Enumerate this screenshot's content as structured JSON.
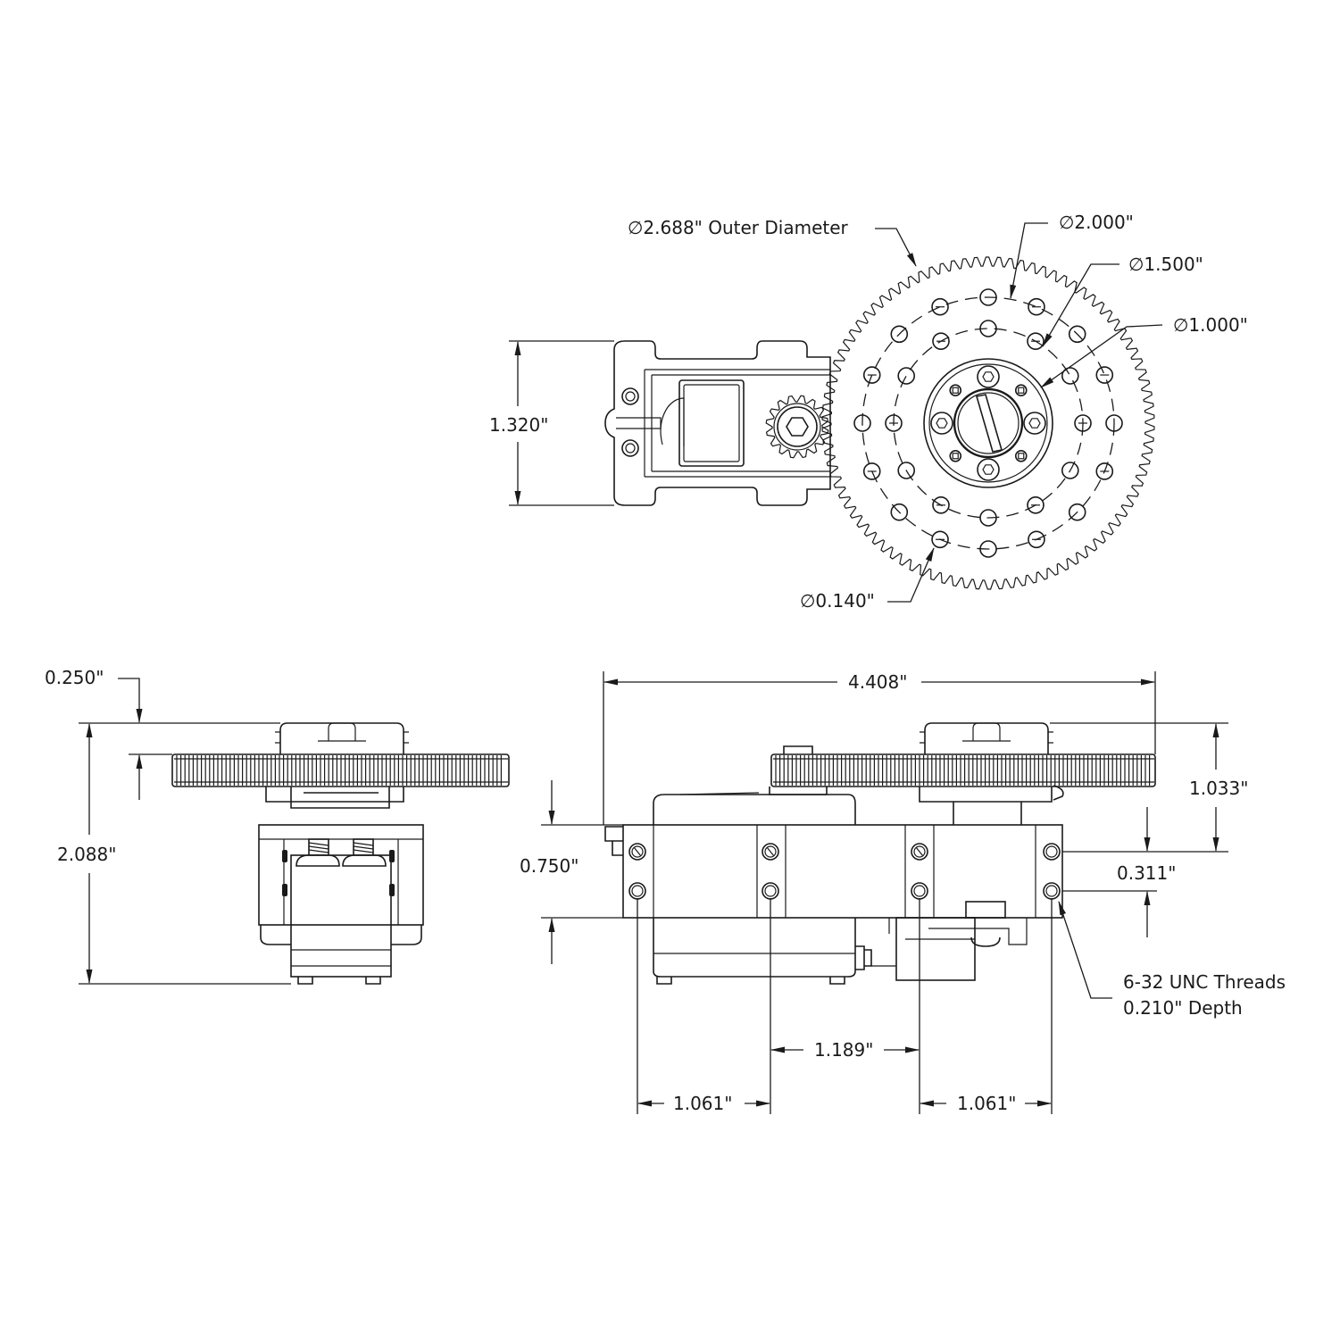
{
  "drawing": {
    "background": "#ffffff",
    "ink": "#1a1a1a",
    "labels": {
      "outer_diameter": "∅2.688\" Outer Diameter",
      "dia_2000": "∅2.000\"",
      "dia_1500": "∅1.500\"",
      "dia_1000": "∅1.000\"",
      "dia_0140": "∅0.140\"",
      "height_1320": "1.320\"",
      "dim_0250": "0.250\"",
      "dim_2088": "2.088\"",
      "dim_4408": "4.408\"",
      "dim_1033": "1.033\"",
      "dim_0750": "0.750\"",
      "dim_0311": "0.311\"",
      "dim_1189": "1.189\"",
      "dim_1061_left": "1.061\"",
      "dim_1061_right": "1.061\"",
      "thread_line1": "6-32 UNC Threads",
      "thread_line2": "0.210\" Depth"
    }
  }
}
